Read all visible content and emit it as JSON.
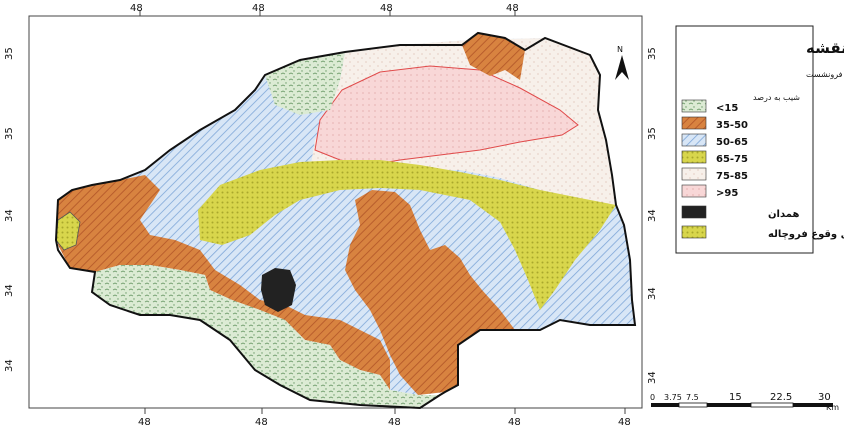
{
  "map": {
    "top_ticks": [
      "48",
      "48",
      "48",
      "48"
    ],
    "bottom_ticks": [
      "48",
      "48",
      "48",
      "48",
      "48"
    ],
    "left_ticks": [
      "35",
      "35",
      "34",
      "34",
      "34"
    ],
    "right_ticks": [
      "35",
      "35",
      "34",
      "34",
      "34"
    ],
    "north_label": "N"
  },
  "legend": {
    "title": "راهنمای نقشه",
    "subtitle": "مناطق خطر فرونشست",
    "slope_heading": "شیب به درصد",
    "items": [
      {
        "label": "<15",
        "color": "#c9e0c0",
        "pattern": "dots-green"
      },
      {
        "label": "35-50",
        "color": "#d07a3a",
        "pattern": "hatch-orange"
      },
      {
        "label": "50-65",
        "color": "#bdd3ee",
        "pattern": "hatch-blue"
      },
      {
        "label": "65-75",
        "color": "#d3d34a",
        "pattern": "dots-yellow"
      },
      {
        "label": "75-85",
        "color": "#f3e9e2",
        "pattern": "plain-cream"
      },
      {
        "label": ">95",
        "color": "#f6d6d6",
        "pattern": "plain-pink"
      },
      {
        "label": "همدان",
        "color": "#222222",
        "pattern": "solid-black"
      },
      {
        "label": "محل وقوع فروچاله",
        "color": "#d3d34a",
        "pattern": "dots-yellow"
      }
    ]
  },
  "scale_bar": {
    "labels": [
      "0",
      "3.75",
      "7.5",
      "15",
      "22.5",
      "30"
    ],
    "unit": "Km"
  }
}
